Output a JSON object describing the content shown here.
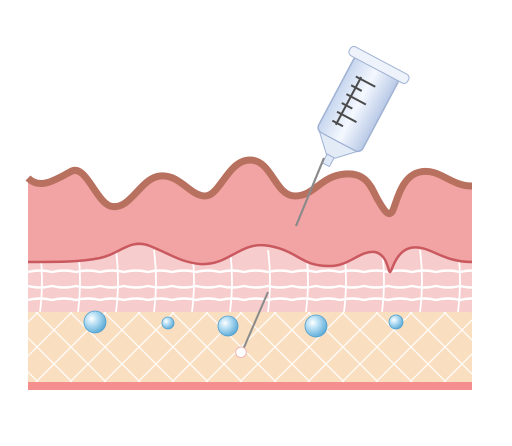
{
  "diagram": {
    "colors": {
      "background": "#ffffff",
      "epidermis_top": "#b8705f",
      "epidermis": "#f2a4a4",
      "dermis_line": "#c9595f",
      "dermis": "#f7cccc",
      "fibers": "#ffffff",
      "subcutaneous": "#f9dfc0",
      "subcutaneous_mesh": "#ffffff",
      "base": "#f58f8f",
      "bubble": "#7fc3e6",
      "syringe_barrel": "#dfe8f6",
      "syringe_marks": "#4a4a4a",
      "needle": "#8a8a8a"
    },
    "objects": [
      {
        "name": "syringe",
        "icon": "syringe-icon"
      },
      {
        "name": "injection-needle",
        "icon": "needle-icon"
      },
      {
        "name": "bubbles",
        "icon": "bubble-icon",
        "count": 5
      }
    ]
  }
}
